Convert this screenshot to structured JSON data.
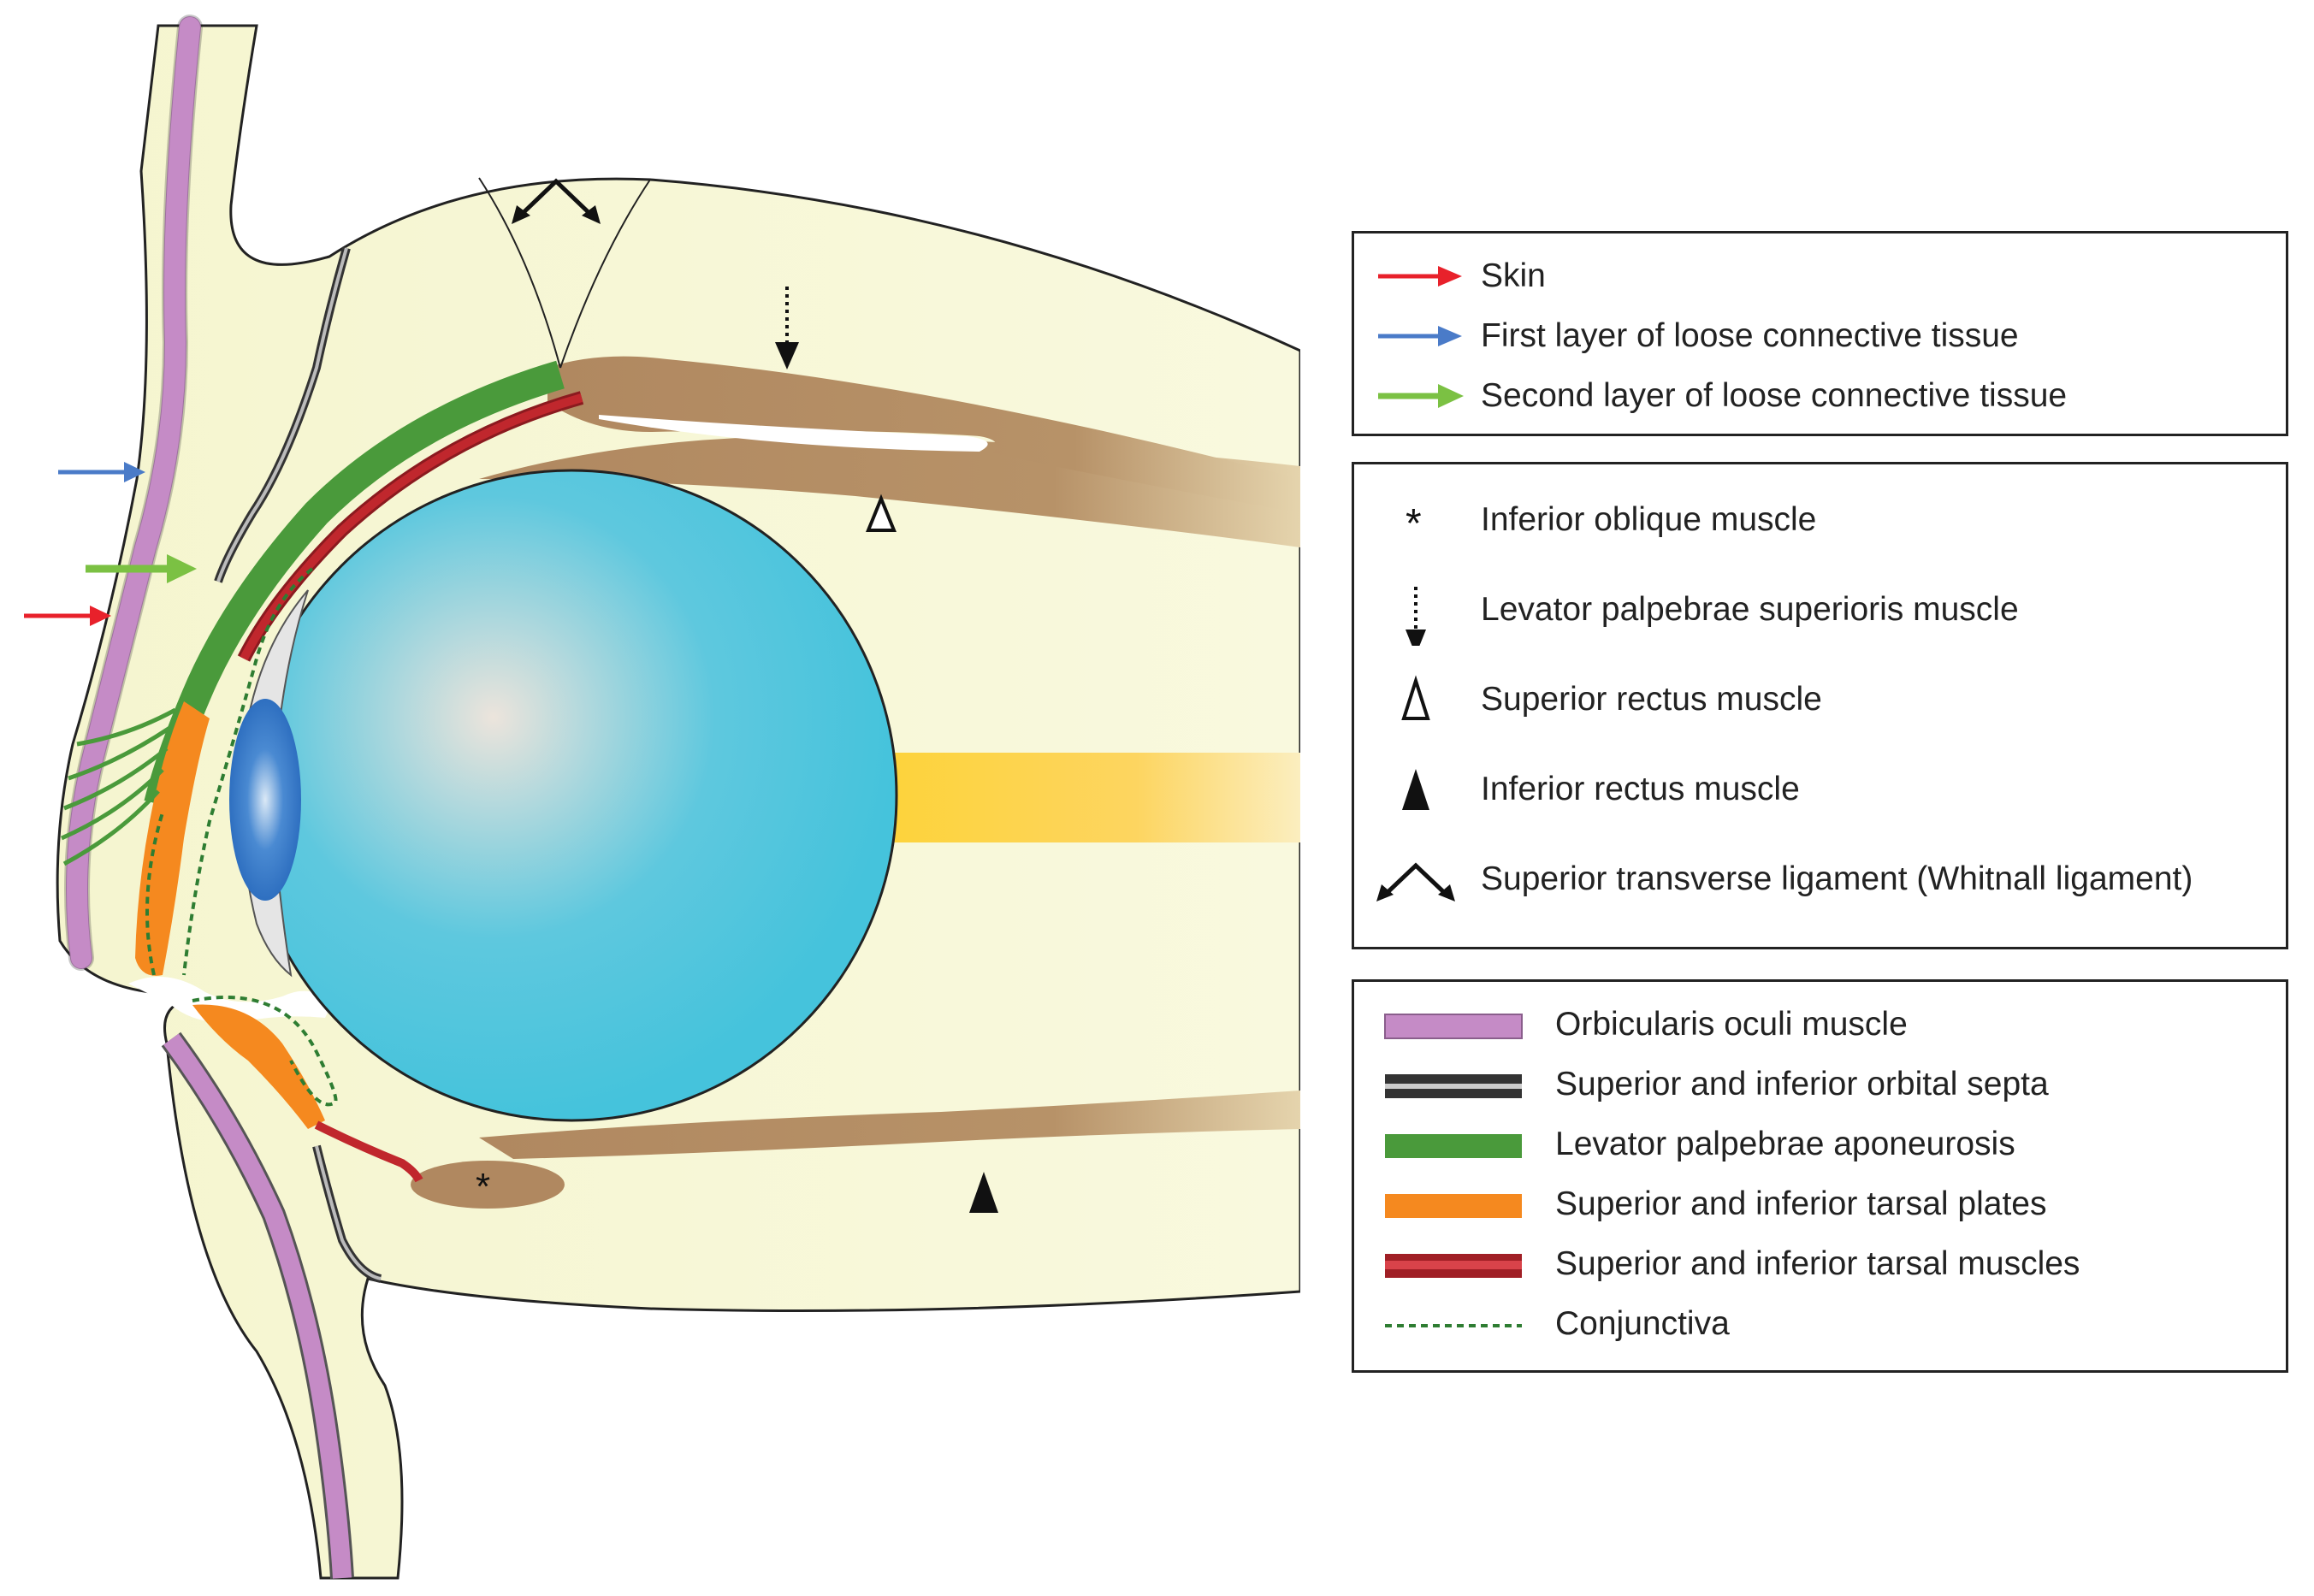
{
  "legend_arrows": [
    {
      "label": "Skin",
      "color": "#e8212b"
    },
    {
      "label": "First layer of loose connective tissue",
      "color": "#4a7bc8"
    },
    {
      "label": "Second layer of loose connective tissue",
      "color": "#7bc143"
    }
  ],
  "legend_symbols": [
    {
      "label": "Inferior oblique muscle",
      "symbol": "asterisk-icon"
    },
    {
      "label": "Levator palpebrae superioris muscle",
      "symbol": "dotted-arrow-down-icon"
    },
    {
      "label": "Superior rectus muscle",
      "symbol": "open-triangle-icon"
    },
    {
      "label": "Inferior rectus muscle",
      "symbol": "filled-triangle-icon"
    },
    {
      "label": "Superior transverse ligament (Whitnall ligament)",
      "symbol": "chevron-arrows-icon"
    }
  ],
  "legend_layers": [
    {
      "label": "Orbicularis oculi muscle",
      "color": "#c58bc6"
    },
    {
      "label": "Superior and inferior orbital septa",
      "color": "#444444"
    },
    {
      "label": "Levator palpebrae aponeurosis",
      "color": "#4a9a3b"
    },
    {
      "label": "Superior and inferior tarsal plates",
      "color": "#f5891f"
    },
    {
      "label": "Superior and inferior tarsal muscles",
      "color": "#c0272d"
    },
    {
      "label": "Conjunctiva",
      "color": "#2e7d32"
    }
  ],
  "colors": {
    "tissue": "#f5f5cf",
    "globe": "#45c3dc",
    "cornea": "#2e6fc0",
    "muscle_brown": "#b08860",
    "optic_nerve": "#fdd33b"
  }
}
